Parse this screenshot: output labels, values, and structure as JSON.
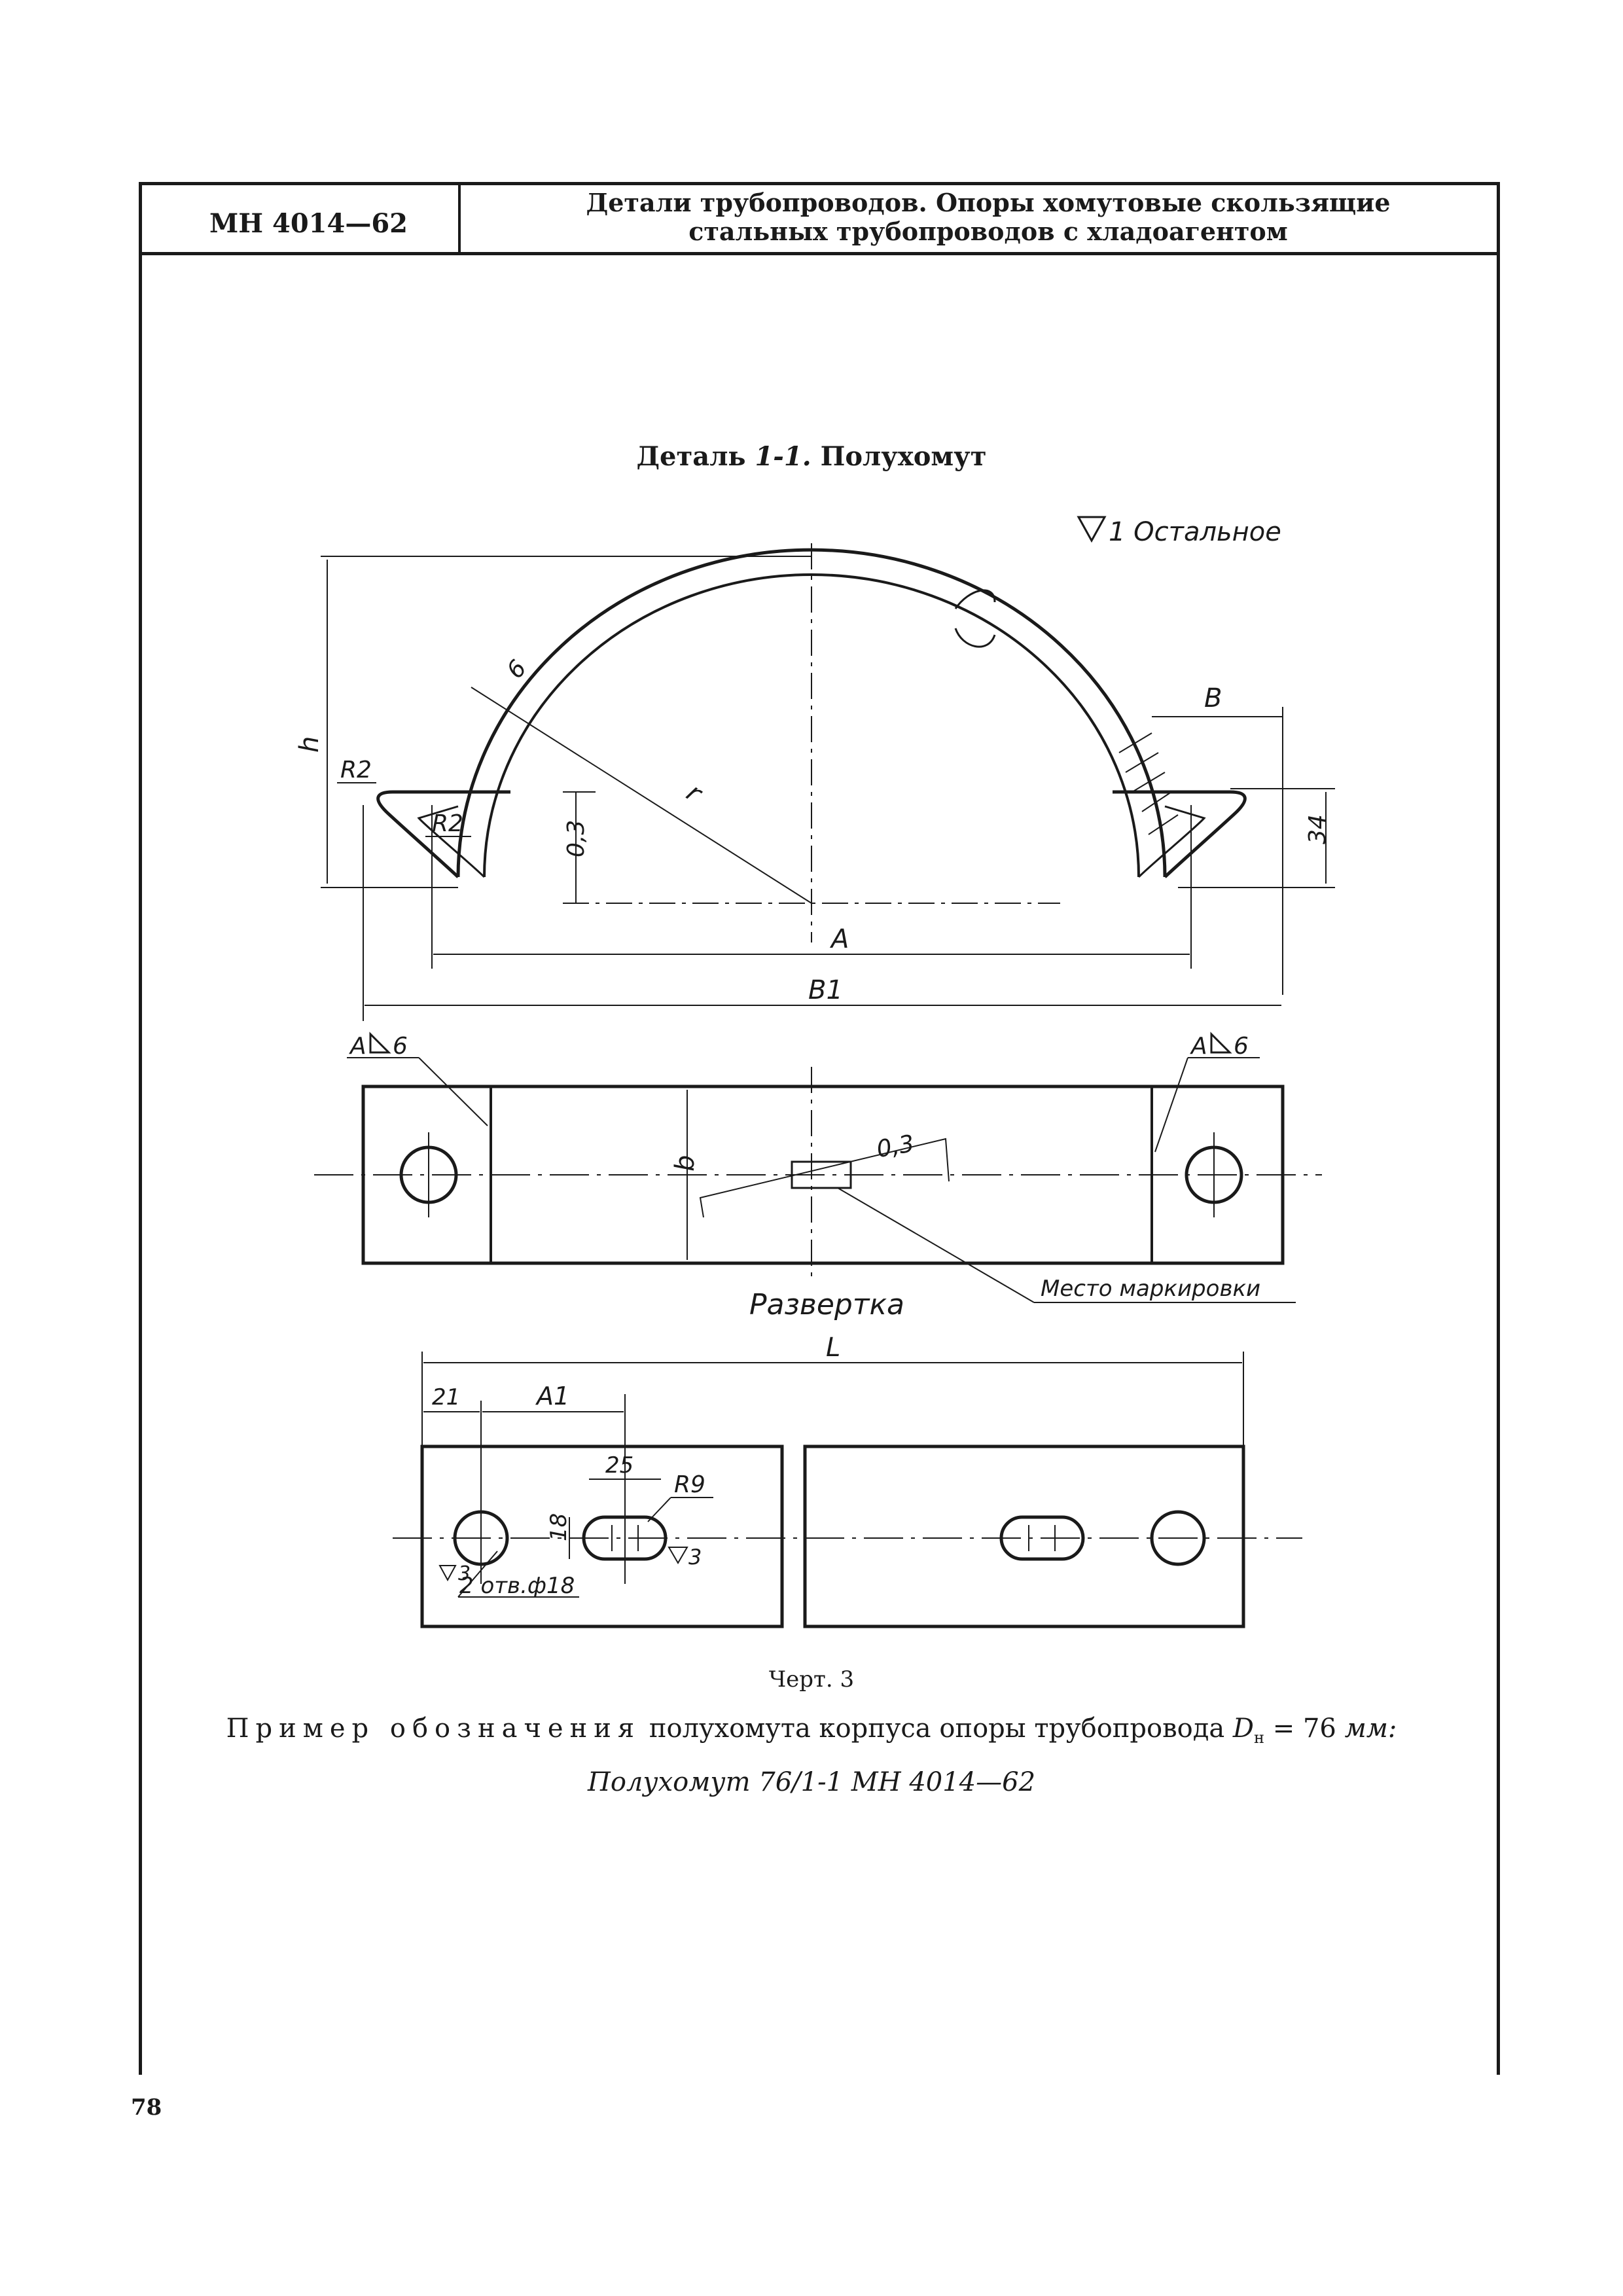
{
  "header": {
    "code": "МН 4014—62",
    "title_line1": "Детали трубопроводов. Опоры хомутовые скользящие",
    "title_line2": "стальных трубопроводов с хладоагентом"
  },
  "detail": {
    "prefix": "Деталь ",
    "number": "1-1.",
    "name": " Полухомут"
  },
  "drawing": {
    "roughness_note": "1 Остальное",
    "labels": {
      "h": "h",
      "R2_outer": "R2",
      "R2_inner": "R2",
      "six_top": "6",
      "r": "r",
      "zero3_left": "0,3",
      "B": "B",
      "thirtyfour": "34",
      "A": "A",
      "B1": "B1",
      "weld_left": "A",
      "weld_left_size": "6",
      "weld_right": "A",
      "weld_right_size": "6",
      "b": "b",
      "zero3_mid": "0,3",
      "marking": "Место маркировки",
      "development": "Развертка",
      "L": "L",
      "twentyone": "21",
      "A1": "A1",
      "twentyfive": "25",
      "R9": "R9",
      "eighteen": "18",
      "rough3_a": "3",
      "rough3_b": "3",
      "holes": "2 отв.ф18"
    }
  },
  "caption": "Черт. 3",
  "example": {
    "spaced": "Пример обозначения",
    "text": " полухомута корпуса опоры трубопровода ",
    "d": "D",
    "d_sub": "н",
    "eq": " = 76 ",
    "unit": "мм:"
  },
  "designation": "Полухомут 76/1-1 МН 4014—62",
  "page_number": "78"
}
